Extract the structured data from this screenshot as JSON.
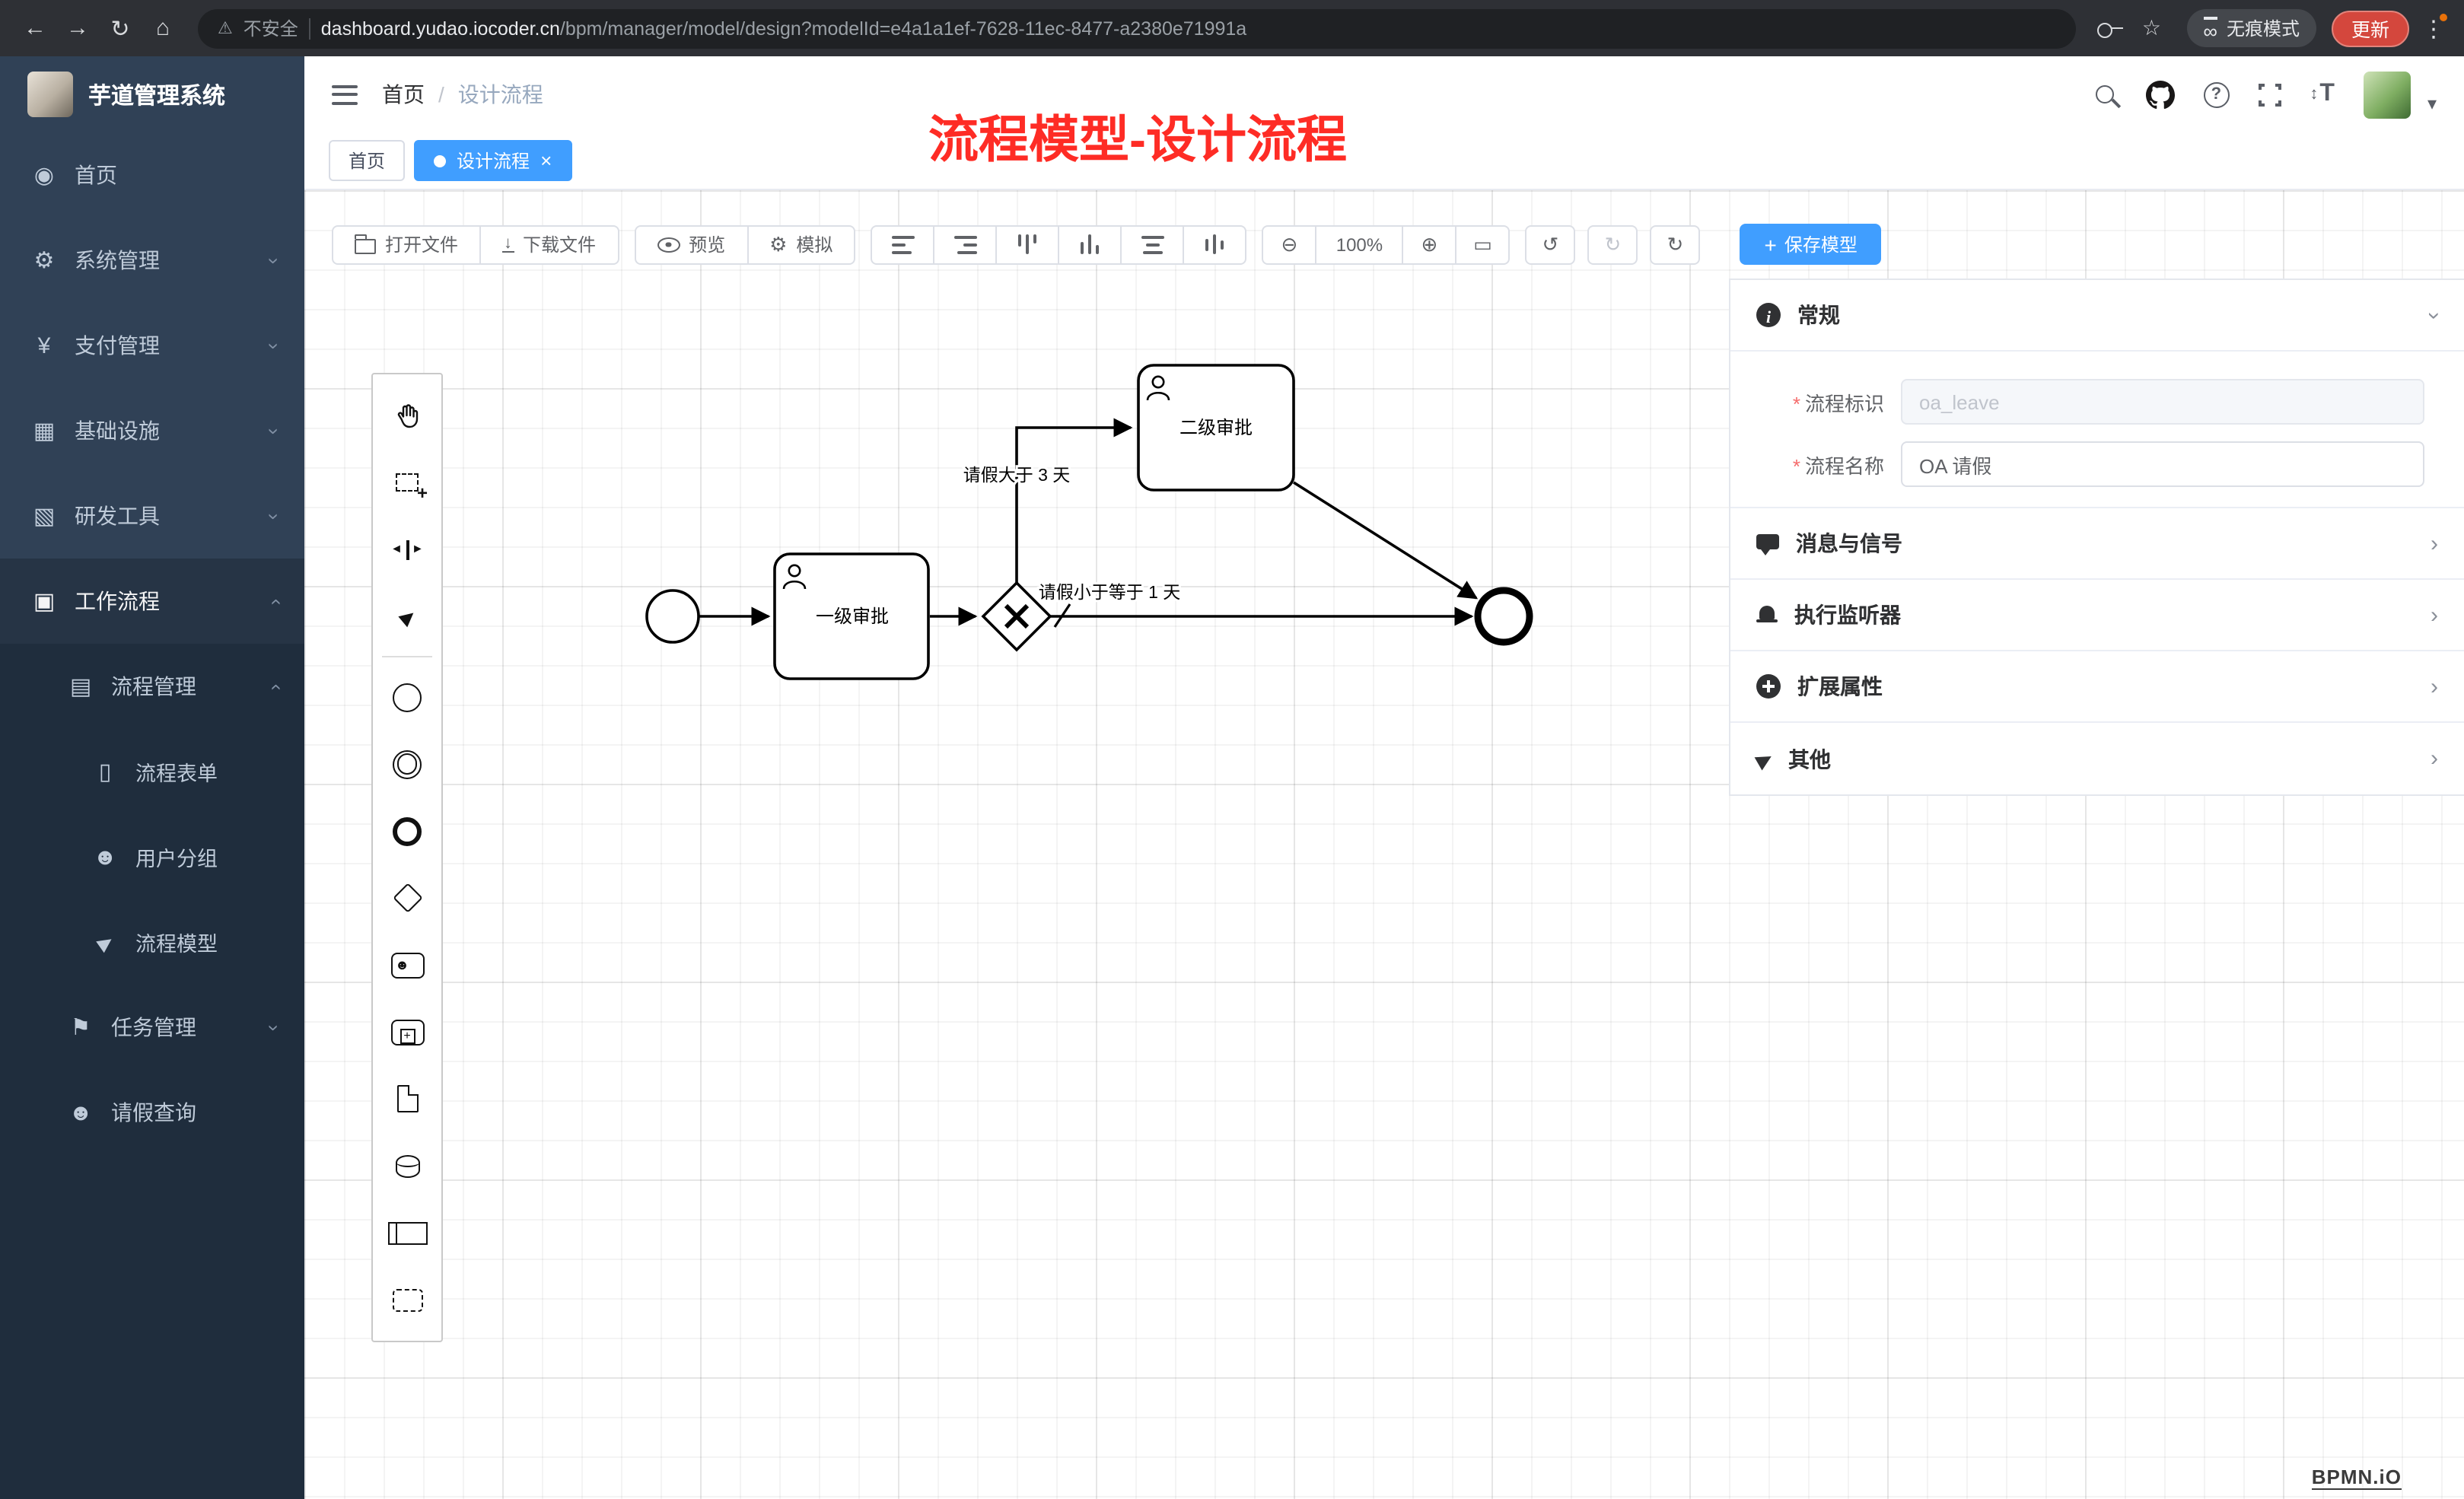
{
  "colors": {
    "accent": "#409eff",
    "annotation": "#fe2c25",
    "sidebar_bg": "#304156",
    "sidebar_submenu_bg": "#1f2d3d"
  },
  "icons": {
    "back": "←",
    "forward": "→",
    "reload": "↻",
    "home": "⌂",
    "warning": "⚠",
    "star": "☆",
    "incognito": "∞",
    "menu_dots": "⋮",
    "chev": "›",
    "caret_down": "▾",
    "close": "×",
    "question": "?",
    "font_size": "T",
    "updown": "↕",
    "gear": "⚙",
    "zoom_out": "⊖",
    "zoom_in": "⊕",
    "zoom_reset": "▭",
    "undo": "↺",
    "redo": "↻",
    "refresh": "↻",
    "plus": "+",
    "download_arrow": "↓",
    "space_left": "◄",
    "space_right": "►",
    "connect_arrow": "▶",
    "breadcrumb_sep": "/",
    "required_mark": "*"
  },
  "browser": {
    "security_label": "不安全",
    "url_host": "dashboard.yudao.iocoder.cn",
    "url_path": "/bpm/manager/model/design?modelId=e4a1a1ef-7628-11ec-8477-a2380e71991a",
    "incognito_label": "无痕模式",
    "update_label": "更新"
  },
  "sidebar": {
    "app_title": "芋道管理系统",
    "items": [
      {
        "label": "首页",
        "icon": "◉"
      },
      {
        "label": "系统管理",
        "icon": "⚙"
      },
      {
        "label": "支付管理",
        "icon": "¥"
      },
      {
        "label": "基础设施",
        "icon": "▦"
      },
      {
        "label": "研发工具",
        "icon": "▧"
      },
      {
        "label": "工作流程",
        "icon": "▣"
      }
    ],
    "submenu": [
      {
        "label": "流程管理",
        "icon": "▤"
      },
      {
        "label": "流程表单",
        "icon": "▯"
      },
      {
        "label": "用户分组",
        "icon": "☻"
      },
      {
        "label": "流程模型",
        "icon": "▶"
      },
      {
        "label": "任务管理",
        "icon": "⚑"
      },
      {
        "label": "请假查询",
        "icon": "☻"
      }
    ]
  },
  "header": {
    "breadcrumb_root": "首页",
    "breadcrumb_current": "设计流程",
    "annotation": "流程模型-设计流程"
  },
  "tabs": [
    {
      "label": "首页"
    },
    {
      "label": "设计流程"
    }
  ],
  "toolbar": {
    "open": "打开文件",
    "download": "下载文件",
    "preview": "预览",
    "simulate": "模拟",
    "zoom_level": "100%",
    "save": "保存模型"
  },
  "diagram": {
    "task1": "一级审批",
    "task2": "二级审批",
    "cond_gt": "请假大于 3 天",
    "cond_le": "请假小于等于 1 天"
  },
  "panel": {
    "general_title": "常规",
    "field_key_label": "流程标识",
    "field_key_value": "oa_leave",
    "field_name_label": "流程名称",
    "field_name_value": "OA 请假",
    "sections": [
      {
        "label": "消息与信号"
      },
      {
        "label": "执行监听器"
      },
      {
        "label": "扩展属性"
      },
      {
        "label": "其他"
      }
    ]
  },
  "watermark": "BPMN.iO"
}
